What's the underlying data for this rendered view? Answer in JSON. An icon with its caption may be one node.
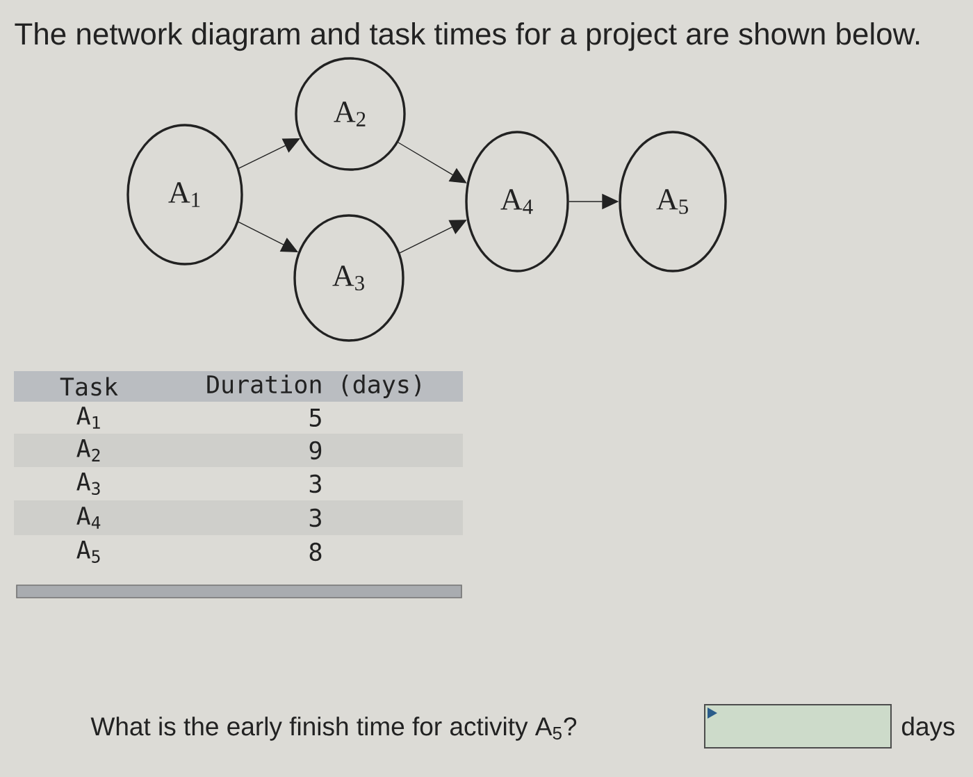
{
  "diagram": {
    "title": "The network diagram and task times for a project are shown below.",
    "nodes": [
      {
        "text": [
          "A$_{1}$"
        ]
      },
      {
        "text": [
          "A$_{2}$"
        ]
      },
      {
        "text": [
          "A$_{3}$"
        ]
      },
      {
        "text": [
          "A$_{4}$"
        ]
      },
      {
        "text": [
          "A$_{5}$"
        ]
      }
    ],
    "edges": [
      {
        "from": 0,
        "to": 1,
        "arrow": "to"
      },
      {
        "from": 0,
        "to": 2,
        "arrow": "to"
      },
      {
        "from": 1,
        "to": 3,
        "arrow": "to"
      },
      {
        "from": 2,
        "to": 3,
        "arrow": "to"
      },
      {
        "from": 3,
        "to": 4,
        "arrow": "to"
      }
    ],
    "labels": [
      "Task",
      "Duration (days)",
      "A$_{1}$",
      "5",
      "A$_{2}$",
      "9",
      "A$_{3}$",
      "3",
      "A$_{4}$",
      "3",
      "A$_{5}$",
      "8",
      "What is the early finish time for activity A$_{5}$?",
      "days"
    ]
  }
}
